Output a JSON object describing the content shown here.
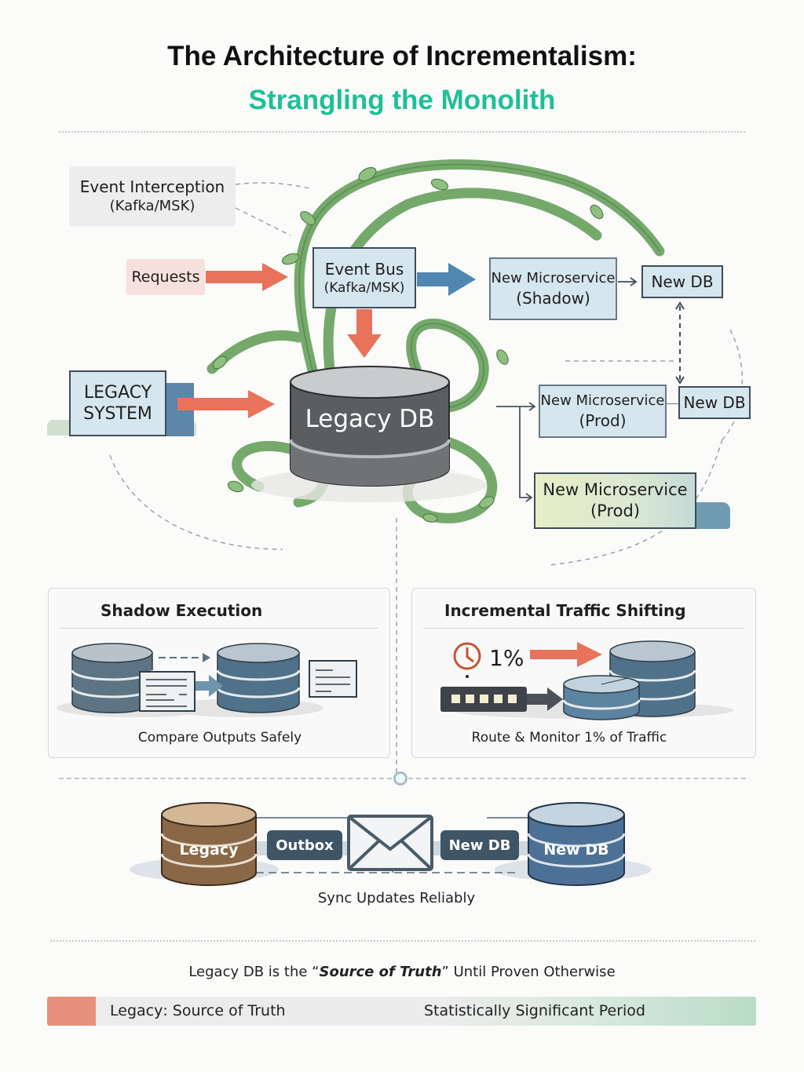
{
  "header": {
    "title": "The Architecture of Incrementalism:",
    "subtitle": "Strangling the Monolith"
  },
  "colors": {
    "accent_green": "#1fbf98",
    "arrow_red": "#e8735a",
    "arrow_blue": "#4f87b0",
    "box_blue": "#d6e6ef",
    "vine_green": "#6ea564",
    "legacy_db_gray": "#55595c"
  },
  "diagram": {
    "event_interception": {
      "line1": "Event Interception",
      "line2": "(Kafka/MSK)"
    },
    "requests": {
      "label": "Requests"
    },
    "event_bus": {
      "line1": "Event Bus",
      "line2": "(Kafka/MSK)"
    },
    "legacy_system": {
      "line1": "LEGACY",
      "line2": "SYSTEM"
    },
    "legacy_db": {
      "label": "Legacy DB"
    },
    "microservice_shadow": {
      "line1": "New Microservice",
      "line2": "(Shadow)"
    },
    "new_db_1": {
      "label": "New DB"
    },
    "microservice_prod_1": {
      "line1": "New Microservice",
      "line2": "(Prod)"
    },
    "new_db_2": {
      "label": "New DB"
    },
    "microservice_prod_2": {
      "line1": "New Microservice",
      "line2": "(Prod)"
    }
  },
  "panels": {
    "shadow": {
      "title": "Shadow Execution",
      "caption": "Compare Outputs Safely"
    },
    "traffic": {
      "title": "Incremental Traffic Shifting",
      "percent": "1%",
      "caption": "Route & Monitor 1% of Traffic"
    }
  },
  "sync": {
    "legacy_db_label": "Legacy",
    "outbox_label": "Outbox",
    "new_db_pill": "New DB",
    "new_db_label": "New DB",
    "caption": "Sync Updates Reliably"
  },
  "footer": {
    "statement_prefix": "Legacy DB is the “",
    "statement_emphasis": "Source of Truth",
    "statement_suffix": "” Until Proven Otherwise",
    "bar_left_label": "Legacy",
    "bar_left_rest": ": Source of Truth",
    "bar_right_label": "Statistically Significant Period"
  }
}
